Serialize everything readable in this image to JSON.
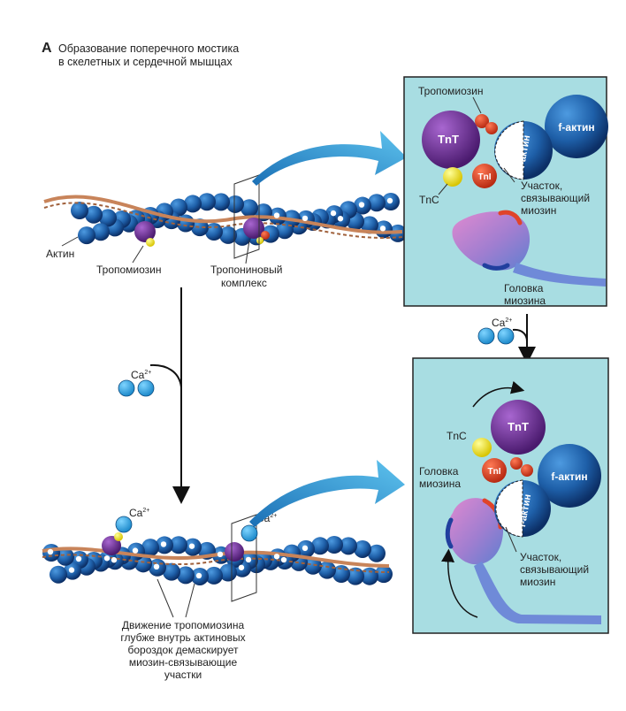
{
  "panel_letter": "A",
  "title": {
    "line1": "Образование поперечного мостика",
    "line2": "в скелетных и сердечной мышцах"
  },
  "top_filament": {
    "actin_label": "Актин",
    "tropomyosin_label": "Тропомиозин",
    "troponin_label_line1": "Тропониновый",
    "troponin_label_line2": "комплекс"
  },
  "bottom_filament": {
    "ca_label": "Ca",
    "ca_sup": "2+",
    "caption_line1": "Движение тропомиозина",
    "caption_line2": "глубже внутрь актиновых",
    "caption_line3": "бороздок демаскирует",
    "caption_line4": "миозин-связывающие",
    "caption_line5": "участки"
  },
  "left_calcium": {
    "label": "Ca",
    "sup": "2+"
  },
  "middle_calcium": {
    "label": "Ca",
    "sup": "2+"
  },
  "top_box": {
    "tropomyosin": "Тропомиозин",
    "tnt": "TnT",
    "tni": "TnI",
    "tnc": "TnC",
    "f_actin_big": "f-актин",
    "f_actin_small": "f-актин",
    "site_line1": "Участок,",
    "site_line2": "связывающий",
    "site_line3": "миозин",
    "head_line1": "Головка",
    "head_line2": "миозина"
  },
  "bottom_box": {
    "tnc": "TnC",
    "tnt": "TnT",
    "tni": "TnI",
    "head_line1": "Головка",
    "head_line2": "миозина",
    "f_actin_big": "f-актин",
    "f_actin_small": "f-актин",
    "site_line1": "Участок,",
    "site_line2": "связывающий",
    "site_line3": "миозин"
  },
  "colors": {
    "actin": "#1e5fa8",
    "tropomyosin": "#c8845a",
    "tnt": "#6a2f8e",
    "tni": "#e0442a",
    "tnc": "#f2e21c",
    "box_bg": "#a8dde2",
    "arrow": "#2f8fd0"
  }
}
